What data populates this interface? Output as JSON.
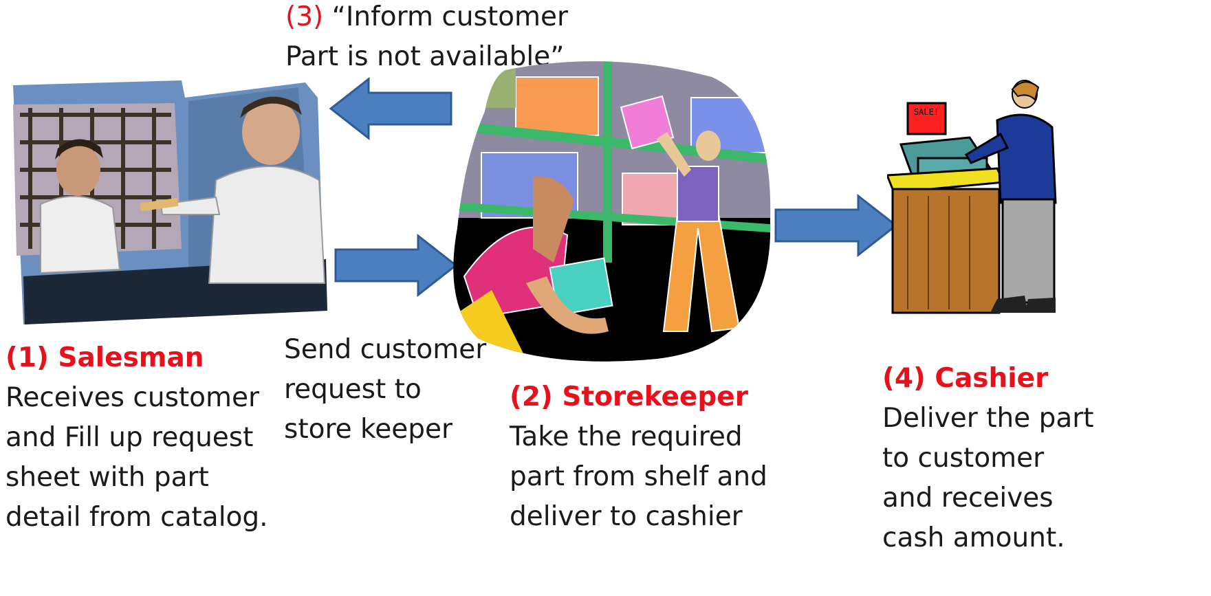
{
  "colors": {
    "accent_red": "#e8101a",
    "arrow_blue": "#4b7fc0",
    "arrow_border": "#2f5b93",
    "text": "#1a1a1a"
  },
  "step3": {
    "number": "(3)",
    "line1_rest": " “Inform customer",
    "line2": "Part is not available”"
  },
  "salesman": {
    "heading": "(1) Salesman",
    "lines": [
      "Receives customer",
      "and Fill up request",
      "sheet with part",
      "detail from catalog."
    ]
  },
  "send_request": {
    "lines": [
      "Send customer",
      "request to",
      "store keeper"
    ]
  },
  "storekeeper": {
    "heading": "(2) Storekeeper",
    "lines": [
      "Take the required",
      "part from shelf and",
      "deliver to cashier"
    ]
  },
  "cashier": {
    "heading": "(4) Cashier",
    "lines": [
      "Deliver the part",
      "to customer",
      "and receives",
      "cash amount."
    ],
    "sign_text": "SALE!"
  },
  "icons": {
    "salesman_art": "salesman-counter-illustration",
    "storekeeper_art": "warehouse-shelf-illustration",
    "cashier_art": "cashier-register-illustration"
  }
}
